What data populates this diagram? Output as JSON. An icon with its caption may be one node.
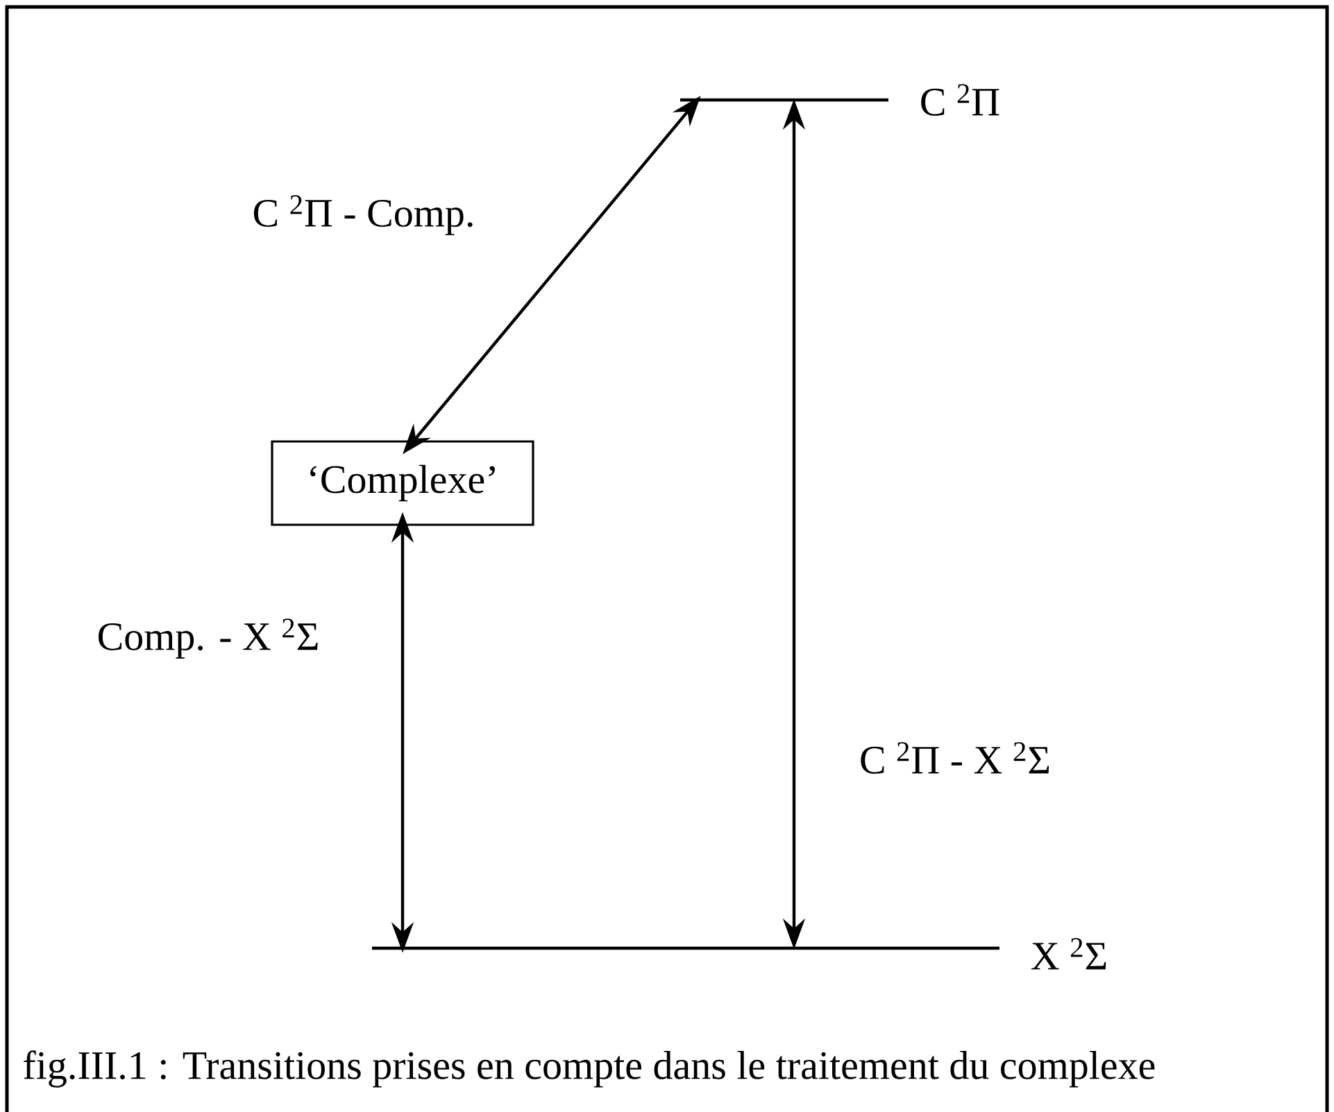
{
  "diagram": {
    "caption": "fig.III.1 : Transitions prises en compte dans le traitement du complexe",
    "nodes": [
      {
        "text": [],
        "shape": "bar",
        "beside": [
          "C $^{2}$Π"
        ]
      },
      {
        "text": [
          "‘Complexe’"
        ]
      },
      {
        "text": [],
        "shape": "bar",
        "beside": [
          "X $^{2}$Σ"
        ]
      }
    ],
    "edges": [
      {
        "from": 1,
        "to": 0,
        "arrow": "both",
        "label": "C $^{2}$Π - Comp."
      },
      {
        "from": 1,
        "to": 2,
        "arrow": "both",
        "label": "Comp. - X $^{2}$Σ"
      },
      {
        "from": 0,
        "to": 2,
        "arrow": "both",
        "label": "C $^{2}$Π - X $^{2}$Σ"
      }
    ]
  }
}
